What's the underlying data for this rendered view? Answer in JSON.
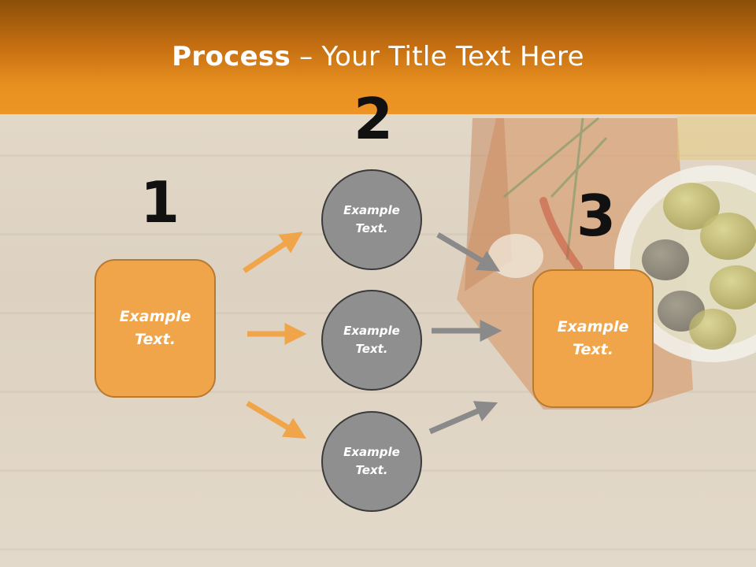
{
  "title": {
    "bold": "Process",
    "rest": " – Your Title Text Here"
  },
  "numbers": {
    "one": "1",
    "two": "2",
    "three": "3"
  },
  "left_box": {
    "line1": "Example",
    "line2": "Text."
  },
  "right_box": {
    "line1": "Example",
    "line2": "Text."
  },
  "circles": [
    {
      "line1": "Example",
      "line2": "Text."
    },
    {
      "line1": "Example",
      "line2": "Text."
    },
    {
      "line1": "Example",
      "line2": "Text."
    }
  ],
  "colors": {
    "header": "#e8901f",
    "box": "#f1a54b",
    "circle": "#8f8f8f",
    "arrow_orange": "#f1a54b",
    "arrow_gray": "#8a8a8a"
  }
}
